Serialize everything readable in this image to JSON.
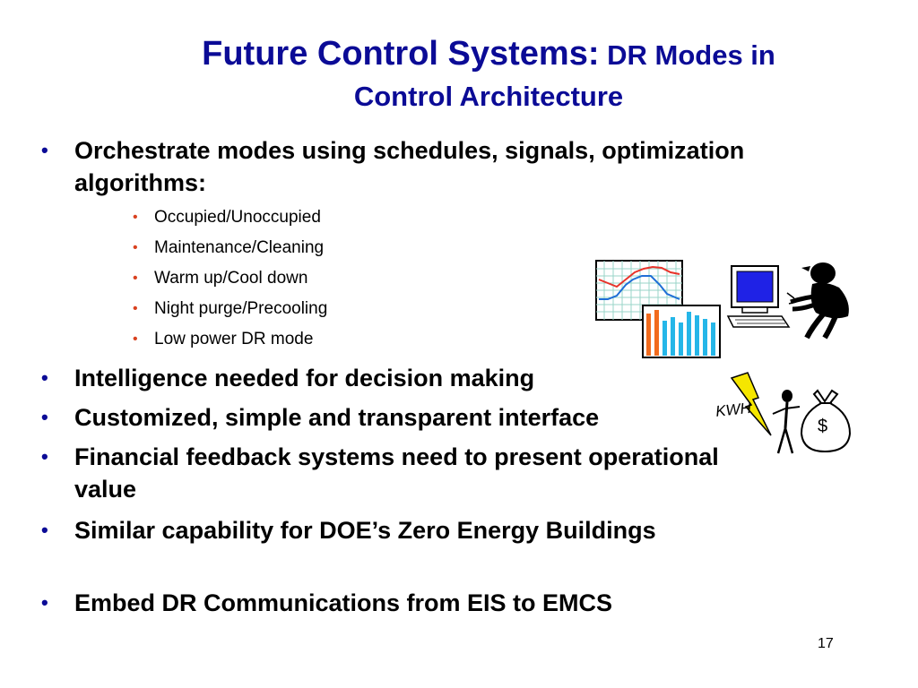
{
  "slide": {
    "title_main": "Future Control Systems:",
    "title_sub_line1": " DR Modes in",
    "title_sub_line2": "Control Architecture",
    "bullets": [
      {
        "text": "Orchestrate modes using schedules, signals, optimization algorithms:"
      },
      {
        "text": "Intelligence needed for decision making"
      },
      {
        "text": "Customized, simple and transparent interface"
      },
      {
        "text": "Financial feedback systems need to present operational value"
      },
      {
        "text": "Similar capability for DOE’s Zero Energy Buildings"
      },
      {
        "text": "Embed DR Communications from EIS to EMCS"
      }
    ],
    "sub_bullets": [
      "Occupied/Unoccupied",
      "Maintenance/Cleaning",
      "Warm up/Cool down",
      "Night purge/Precooling",
      "Low power DR mode"
    ],
    "bullet_glyph": "•",
    "clipart": {
      "kwh_label": "KWH",
      "money_label": "$",
      "icons": [
        "line-chart-icon",
        "bar-chart-icon",
        "computer-user-icon",
        "lightning-bolt-icon",
        "person-icon",
        "money-bag-icon"
      ]
    },
    "page_number": "17",
    "colors": {
      "title": "#0b0b96",
      "main_bullet": "#0b0b96",
      "sub_bullet": "#d9411f",
      "bolt": "#f5e600"
    }
  }
}
